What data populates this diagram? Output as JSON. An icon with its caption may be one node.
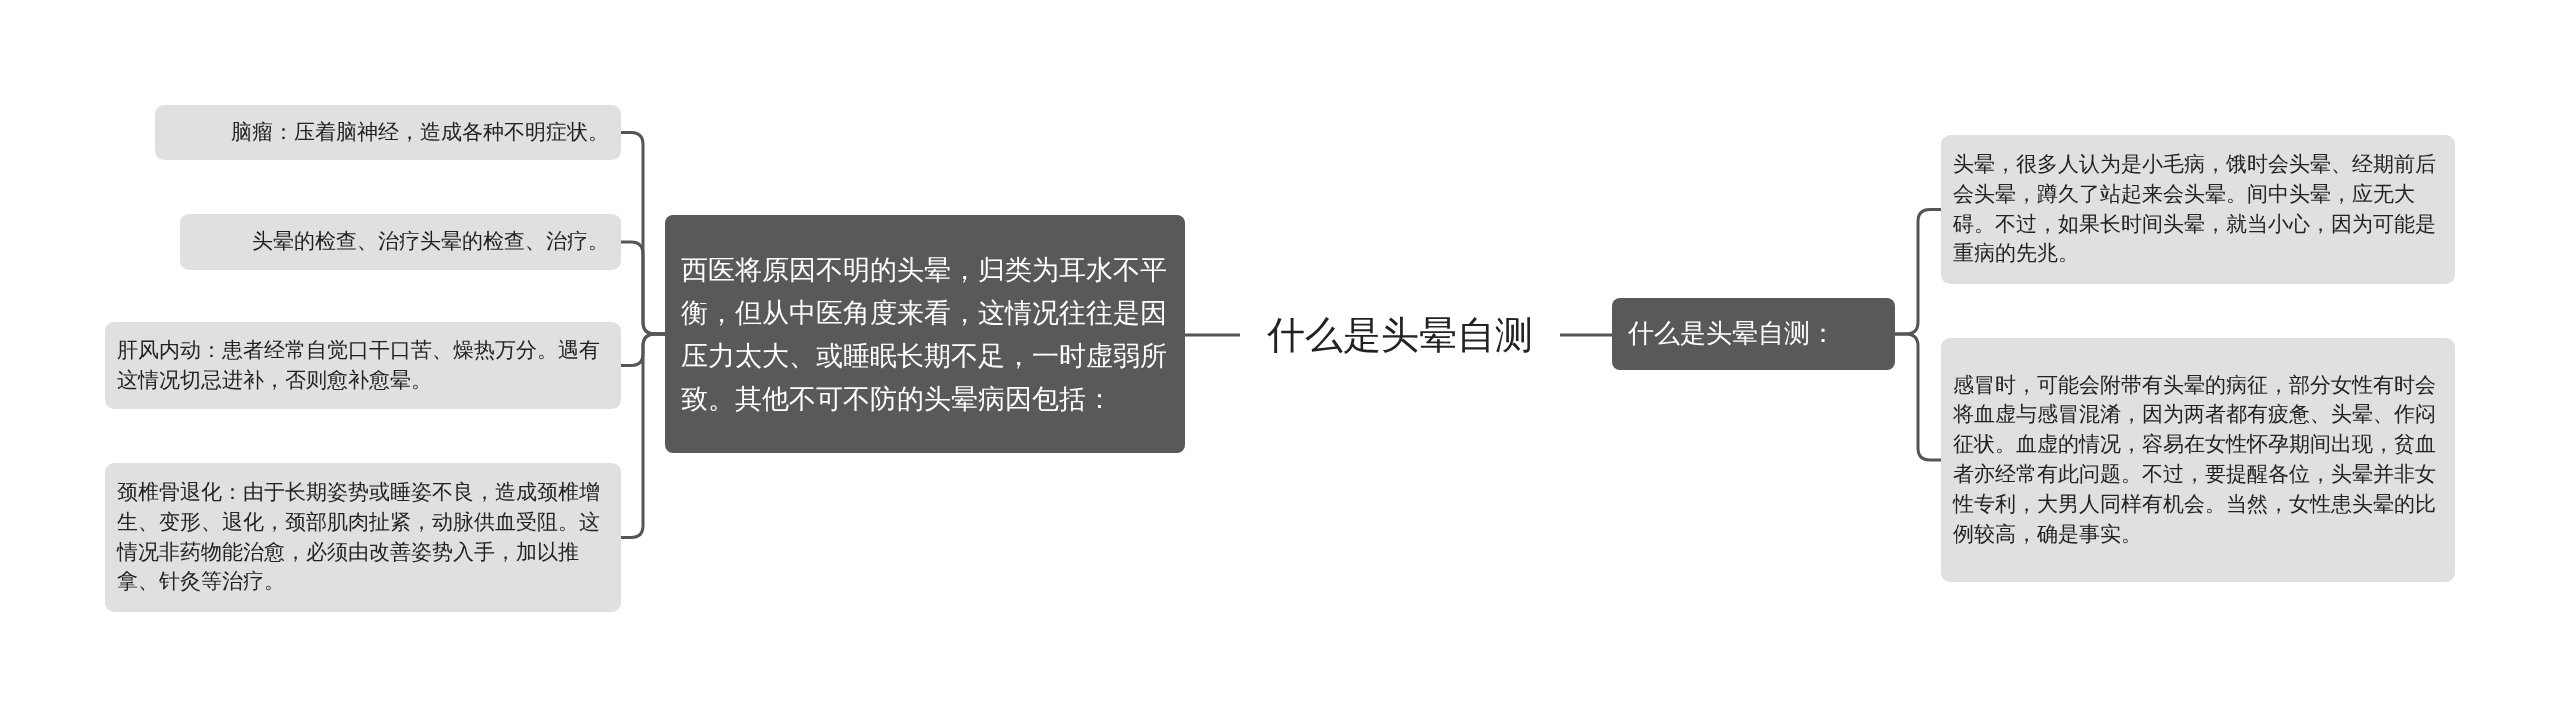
{
  "diagram": {
    "nodes": [
      {
        "text": [
          "什么是头晕自测"
        ]
      },
      {
        "text": [
          "西医将原因不明的头晕，归类为耳水不平衡，但从中医角度来看，这情况往往是因压力太大、或睡眠长期不足，一时虚弱所致。其他不可不防的头晕病因包括："
        ]
      },
      {
        "text": [
          "脑瘤：压着脑神经，造成各种不明症状。"
        ]
      },
      {
        "text": [
          "头晕的检查、治疗头晕的检查、治疗。"
        ]
      },
      {
        "text": [
          "肝风内动：患者经常自觉口干口苦、燥热万分。遇有这情况切忌进补，否则愈补愈晕。"
        ]
      },
      {
        "text": [
          "颈椎骨退化：由于长期姿势或睡姿不良，造成颈椎增生、变形、退化，颈部肌肉扯紧，动脉供血受阻。这情况非药物能治愈，必须由改善姿势入手，加以推拿、针灸等治疗。"
        ]
      },
      {
        "text": [
          "什么是头晕自测："
        ]
      },
      {
        "text": [
          "头晕，很多人认为是小毛病，饿时会头晕、经期前后会头晕，蹲久了站起来会头晕。间中头晕，应无大碍。不过，如果长时间头晕，就当小心，因为可能是重病的先兆。"
        ]
      },
      {
        "text": [
          "感冒时，可能会附带有头晕的病征，部分女性有时会将血虚与感冒混淆，因为两者都有疲惫、头晕、作闷征状。血虚的情况，容易在女性怀孕期间出现，贫血者亦经常有此问题。不过，要提醒各位，头晕并非女性专利，大男人同样有机会。当然，女性患头晕的比例较高，确是事实。"
        ]
      }
    ],
    "edges": [
      {
        "from": 0,
        "to": 1,
        "arrow": "none"
      },
      {
        "from": 1,
        "to": 2,
        "arrow": "none"
      },
      {
        "from": 1,
        "to": 3,
        "arrow": "none"
      },
      {
        "from": 1,
        "to": 4,
        "arrow": "none"
      },
      {
        "from": 1,
        "to": 5,
        "arrow": "none"
      },
      {
        "from": 0,
        "to": 6,
        "arrow": "none"
      },
      {
        "from": 6,
        "to": 7,
        "arrow": "none"
      },
      {
        "from": 6,
        "to": 8,
        "arrow": "none"
      }
    ]
  }
}
